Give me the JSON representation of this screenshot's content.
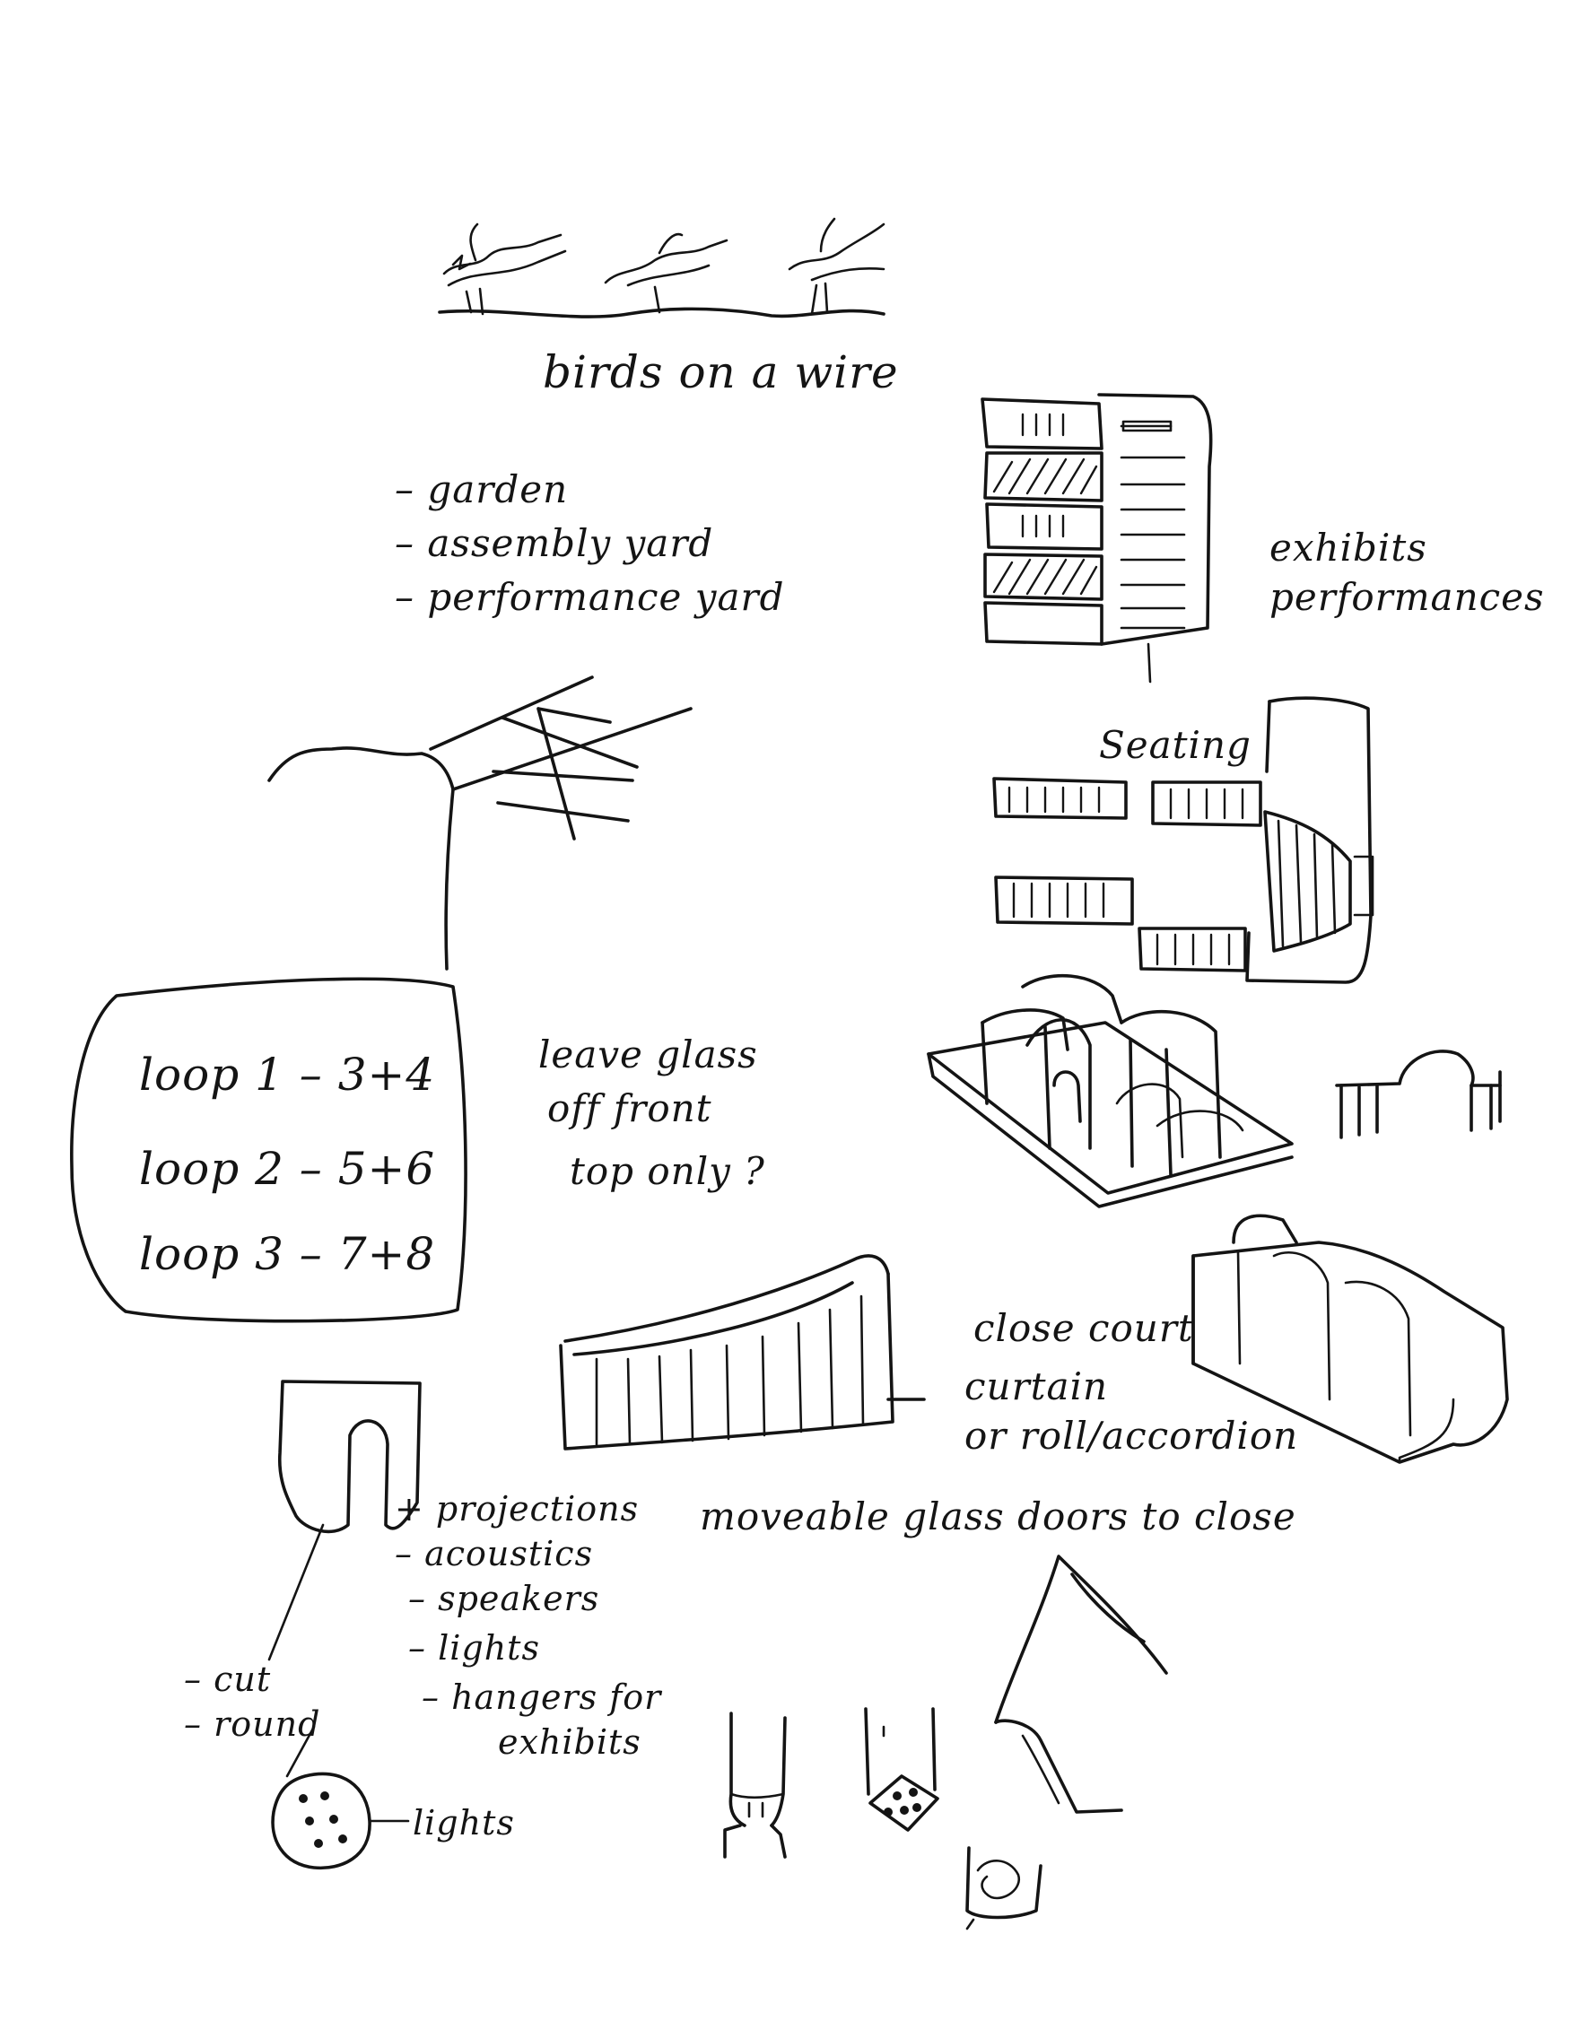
{
  "notes": {
    "birds": "birds on a wire",
    "program_1": "– garden",
    "program_2": "– assembly yard",
    "program_3": "– performance yard",
    "exhibits_1": "exhibits",
    "exhibits_2": "performances",
    "seating": "Seating",
    "loops": [
      "loop 1 – 3+4",
      "loop 2 – 5+6",
      "loop 3 – 7+8"
    ],
    "glass_1": "leave glass",
    "glass_2": "off front",
    "glass_3": "top only ?",
    "curtain_1": "close court",
    "curtain_2": "curtain",
    "curtain_3": "or roll/accordion",
    "movable": "moveable glass doors to close",
    "equip_1": "+ projections",
    "equip_2": "– acoustics",
    "equip_3": "– speakers",
    "equip_4": "– lights",
    "equip_5": "– hangers for",
    "equip_6": "exhibits",
    "cut_1": "– cut",
    "cut_2": "– round",
    "lights": "lights"
  }
}
